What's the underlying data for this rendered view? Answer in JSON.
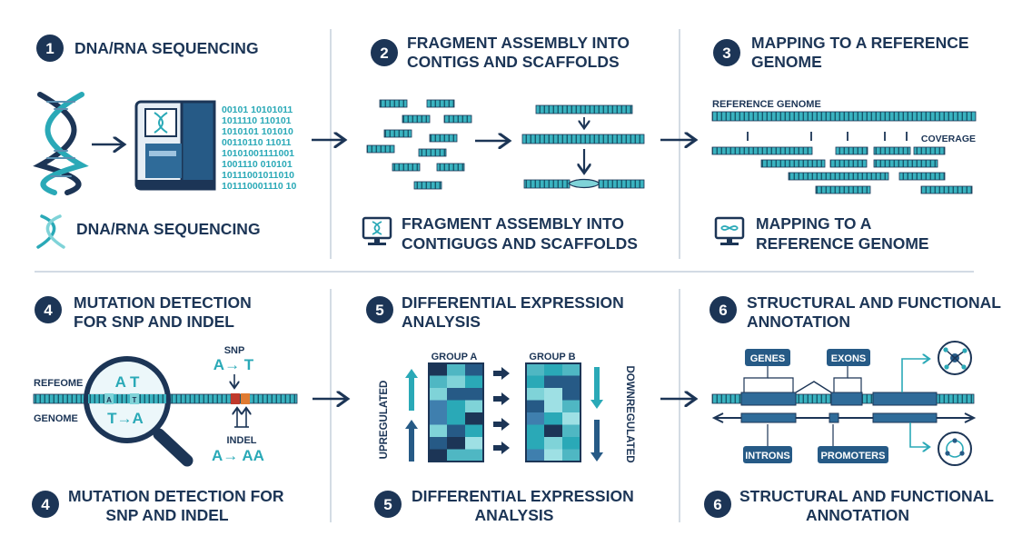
{
  "panels": [
    {
      "number": "1",
      "title_lines": [
        "DNA/RNA SEQUENCING"
      ],
      "caption_lines": [
        "DNA/RNA SEQUENCING"
      ]
    },
    {
      "number": "2",
      "title_lines": [
        "FRAGMENT ASSEMBLY INTO",
        "CONTIGS AND SCAFFOLDS"
      ],
      "caption_lines": [
        "FRAGMENT ASSEMBLY INTO",
        "CONTIGUGS AND SCAFFOLDS"
      ]
    },
    {
      "number": "3",
      "title_lines": [
        "MAPPING TO A REFERENCE",
        "GENOME"
      ],
      "caption_lines": [
        "MAPPING TO A",
        "REFERENCE GENOME"
      ]
    },
    {
      "number": "4",
      "title_lines": [
        "MUTATION DETECTION",
        "FOR SNP AND INDEL"
      ],
      "caption_lines": [
        "MUTATION DETECTION FOR",
        "SNP AND INDEL"
      ]
    },
    {
      "number": "5",
      "title_lines": [
        "DIFFERENTIAL EXPRESSION",
        "ANALYSIS"
      ],
      "caption_lines": [
        "DIFFERENTIAL EXPRESSION",
        "ANALYSIS"
      ]
    },
    {
      "number": "6",
      "title_lines": [
        "STRUCTURAL AND FUNCTIONAL",
        "ANNOTATION"
      ],
      "caption_lines": [
        "STRUCTURAL AND FUNCTIONAL",
        "ANNOTATION"
      ]
    }
  ],
  "sequencing": {
    "binary_rows": [
      "00101 10101011",
      "1011110 110101",
      "1010101 101010",
      "00110110 11011",
      "10101001111001",
      "1001110 010101",
      "10111001011010",
      "101110001110 10"
    ]
  },
  "mapping": {
    "reference_label": "REFERENCE GENOME",
    "coverage_label": "COVERAGE"
  },
  "mutation": {
    "ref_label": "REFEOME",
    "genome_label": "GENOME",
    "lens_top": "A  T",
    "lens_bottom": "T→A",
    "snp_label": "SNP",
    "snp_change": "A→ T",
    "indel_label": "INDEL",
    "indel_change": "A→ AA",
    "read_letters": [
      "A",
      "T"
    ]
  },
  "expression": {
    "group_a": "GROUP A",
    "group_b": "GROUP B",
    "up_label": "UPREGULATED",
    "down_label": "DOWNREGULATED"
  },
  "annotation": {
    "genes": "GENES",
    "exons": "EXONS",
    "introns": "INTRONS",
    "promoters": "PROMOTERS"
  },
  "colors": {
    "navy": "#1c3556",
    "teal": "#2aa9b7",
    "light_teal": "#7fd3d8",
    "dark_blue": "#265a86",
    "grid": "#b7c4d3"
  }
}
